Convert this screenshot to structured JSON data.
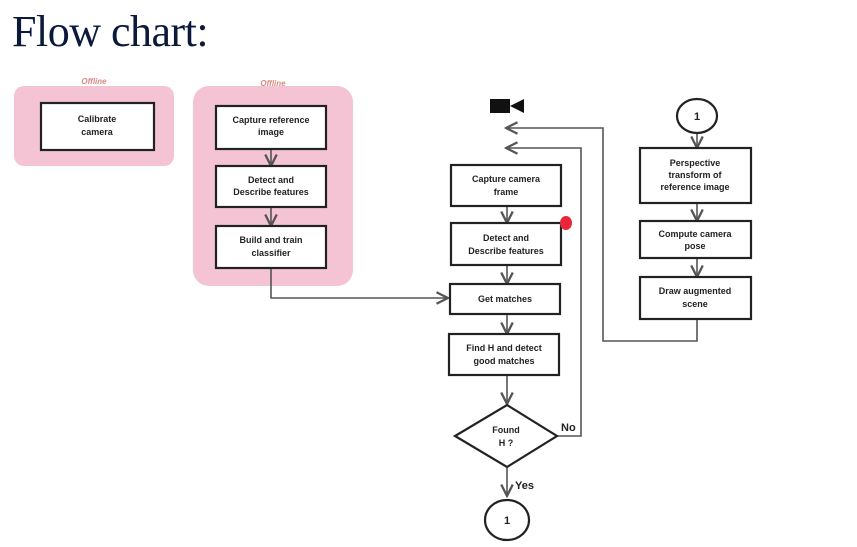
{
  "title": "Flow chart:",
  "offline_groups": [
    {
      "label": "Offline"
    },
    {
      "label": "Offline"
    }
  ],
  "boxes": {
    "calibrate_camera": [
      "Calibrate",
      "camera"
    ],
    "capture_reference_image": [
      "Capture reference",
      "image"
    ],
    "detect_describe_offline": [
      "Detect and",
      "Describe features"
    ],
    "build_train_classifier": [
      "Build and train",
      "classifier"
    ],
    "capture_camera_frame": [
      "Capture camera",
      "frame"
    ],
    "detect_describe_online": [
      "Detect and",
      "Describe features"
    ],
    "get_matches": [
      "Get matches"
    ],
    "find_h": [
      "Find H and detect",
      "good matches"
    ],
    "perspective_transform": [
      "Perspective",
      "transform of",
      "reference image"
    ],
    "compute_camera_pose": [
      "Compute camera",
      "pose"
    ],
    "draw_augmented_scene": [
      "Draw augmented",
      "scene"
    ]
  },
  "decision": {
    "lines": [
      "Found",
      "H ?"
    ],
    "no_label": "No",
    "yes_label": "Yes"
  },
  "connector": {
    "label": "1"
  },
  "icons": {
    "camera": "video-camera-icon"
  },
  "colors": {
    "offline_fill": "#f4c3d4",
    "offline_label": "#d98a82",
    "marker": "#e8283a"
  }
}
